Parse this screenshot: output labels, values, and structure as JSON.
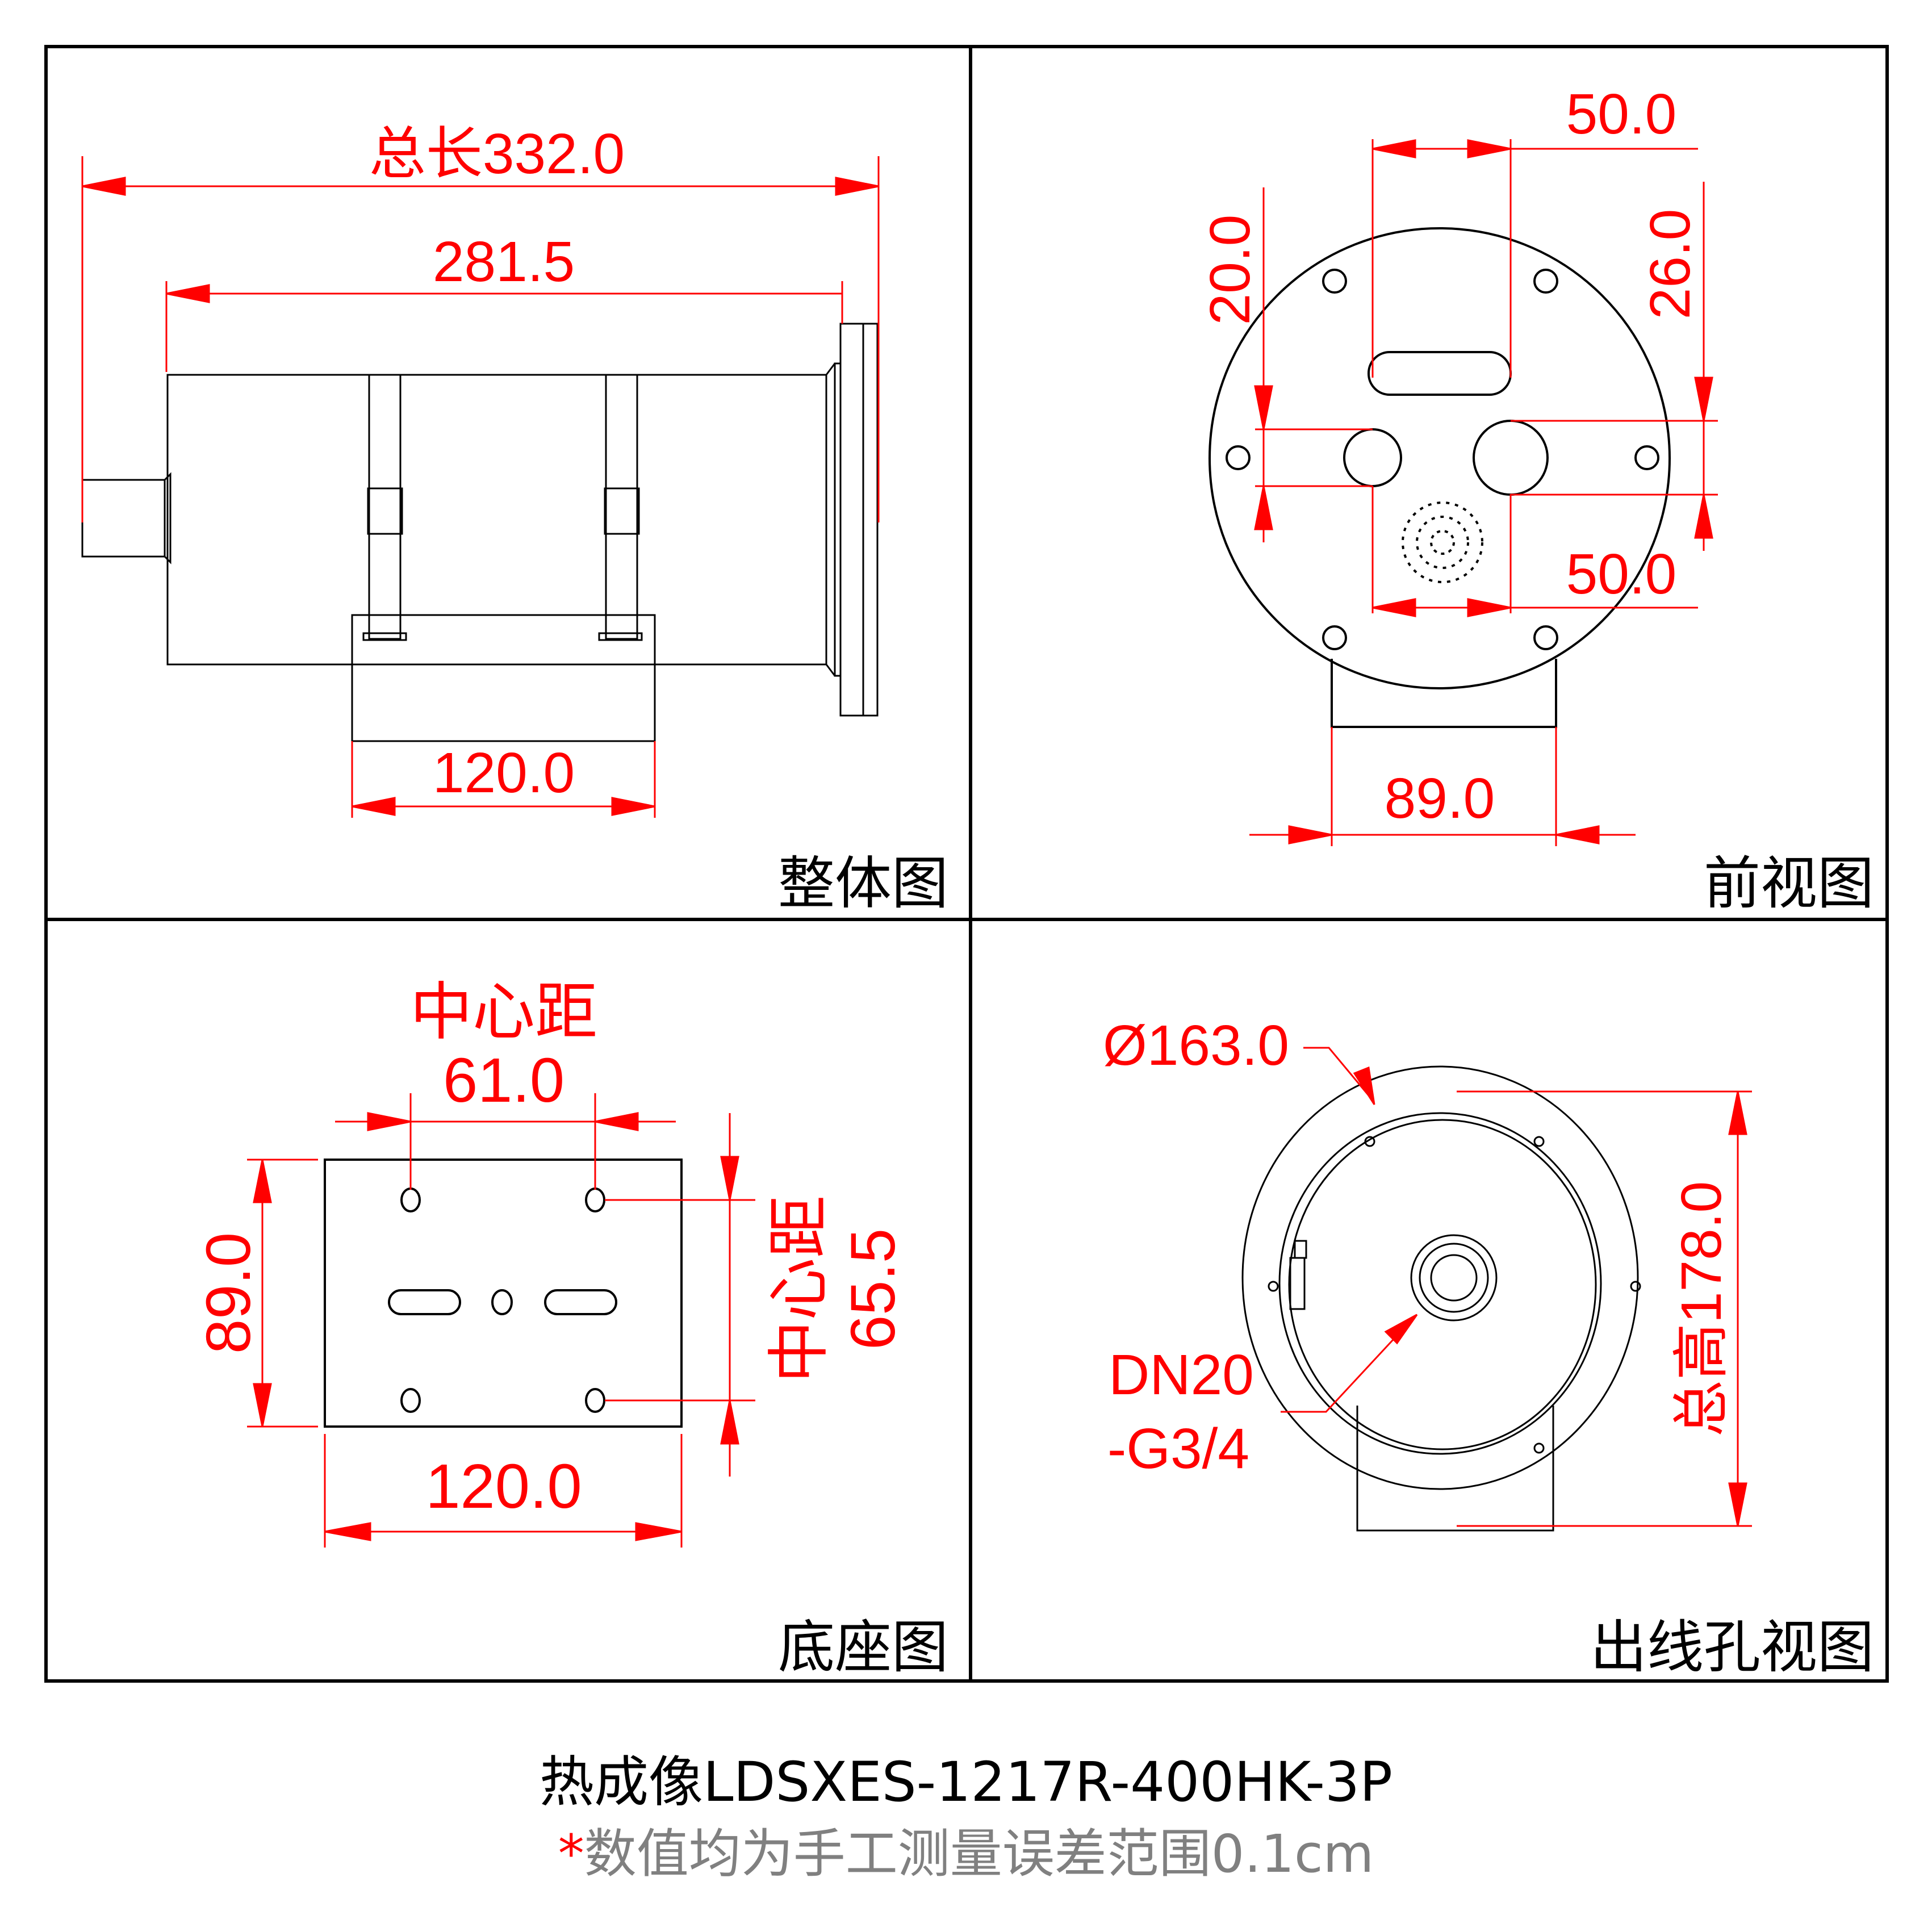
{
  "panels": {
    "overall": {
      "label": "整体图",
      "total_length": "总长332.0",
      "body_length": "281.5",
      "base_length": "120.0"
    },
    "front": {
      "label": "前视图",
      "top_spacing": "50.0",
      "bottom_spacing": "50.0",
      "left_vertical": "20.0",
      "right_vertical": "26.0",
      "bracket_width": "89.0"
    },
    "base": {
      "label": "底座图",
      "center_distance_label": "中心距",
      "center_distance_h": "61.0",
      "center_distance_v_label": "中心距",
      "center_distance_v": "65.5",
      "height": "89.0",
      "width": "120.0"
    },
    "outlet": {
      "label": "出线孔视图",
      "diameter": "Ø163.0",
      "thread_line1": "DN20",
      "thread_line2": "-G3/4",
      "total_height": "总高178.0"
    }
  },
  "footer": {
    "title": "热成像LDSXES-1217R-400HK-3P",
    "note_star": "*",
    "note": "数值均为手工测量误差范围0.1cm"
  },
  "colors": {
    "dimension": "#ff0000",
    "line": "#000000",
    "note": "#808080"
  }
}
